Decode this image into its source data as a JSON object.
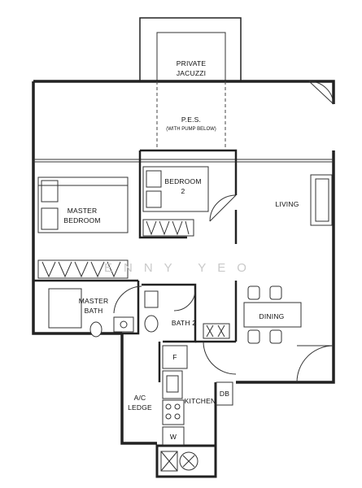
{
  "rooms": {
    "private_jacuzzi": [
      "PRIVATE",
      "JACUZZI"
    ],
    "pes": [
      "P.E.S.",
      "(WITH PUMP BELOW)"
    ],
    "bedroom2": [
      "BEDROOM",
      "2"
    ],
    "master_bedroom": [
      "MASTER",
      "BEDROOM"
    ],
    "living": "LIVING",
    "master_bath": [
      "MASTER",
      "BATH"
    ],
    "bath2": "BATH 2",
    "dining": "DINING",
    "ac_ledge": [
      "A/C",
      "LEDGE"
    ],
    "kitchen": "KITCHEN",
    "db": "DB",
    "fridge": "F",
    "washer": "W"
  },
  "watermark": "ENNY YEO"
}
